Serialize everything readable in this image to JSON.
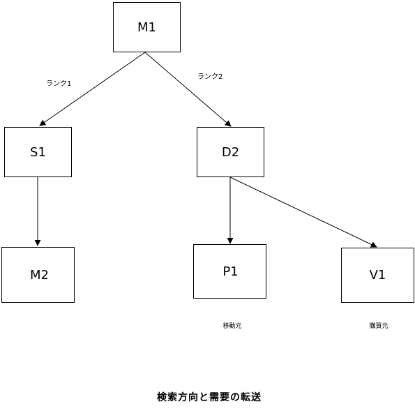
{
  "nodes": {
    "m1": "M1",
    "s1": "S1",
    "d2": "D2",
    "m2": "M2",
    "p1": "P1",
    "v1": "V1"
  },
  "edges": {
    "m1_s1_label": "ランク1",
    "m1_d2_label": "ランク2"
  },
  "notes": {
    "p1": "移動元",
    "v1": "購買元"
  },
  "caption": "検索方向と需要の転送"
}
